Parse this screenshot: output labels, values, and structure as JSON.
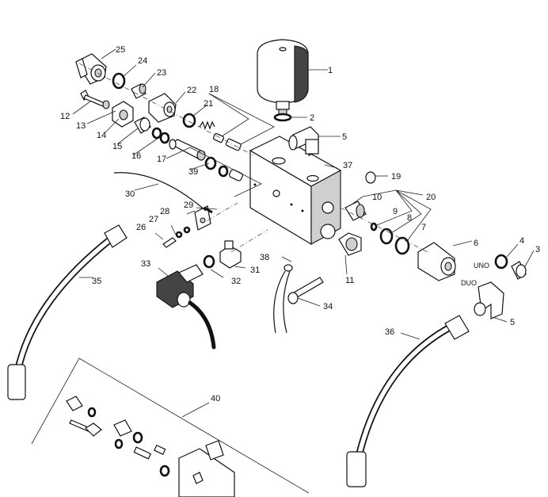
{
  "labels": {
    "p1": "1",
    "p2": "2",
    "p3": "3",
    "p4": "4",
    "p5a": "5",
    "p5b": "5",
    "p6": "6",
    "p7": "7",
    "p8": "8",
    "p9": "9",
    "p10": "10",
    "p11": "11",
    "p12": "12",
    "p13": "13",
    "p14": "14",
    "p15": "15",
    "p16": "16",
    "p17": "17",
    "p18": "18",
    "p19": "19",
    "p20": "20",
    "p21": "21",
    "p22": "22",
    "p23": "23",
    "p24": "24",
    "p25": "25",
    "p26": "26",
    "p27": "27",
    "p28": "28",
    "p29": "29",
    "p30": "30",
    "p31": "31",
    "p32": "32",
    "p33": "33",
    "p34": "34",
    "p35": "35",
    "p36": "36",
    "p37": "37",
    "p38": "38",
    "p39": "39",
    "p40": "40",
    "uno": "UNO",
    "duo": "DUO"
  }
}
